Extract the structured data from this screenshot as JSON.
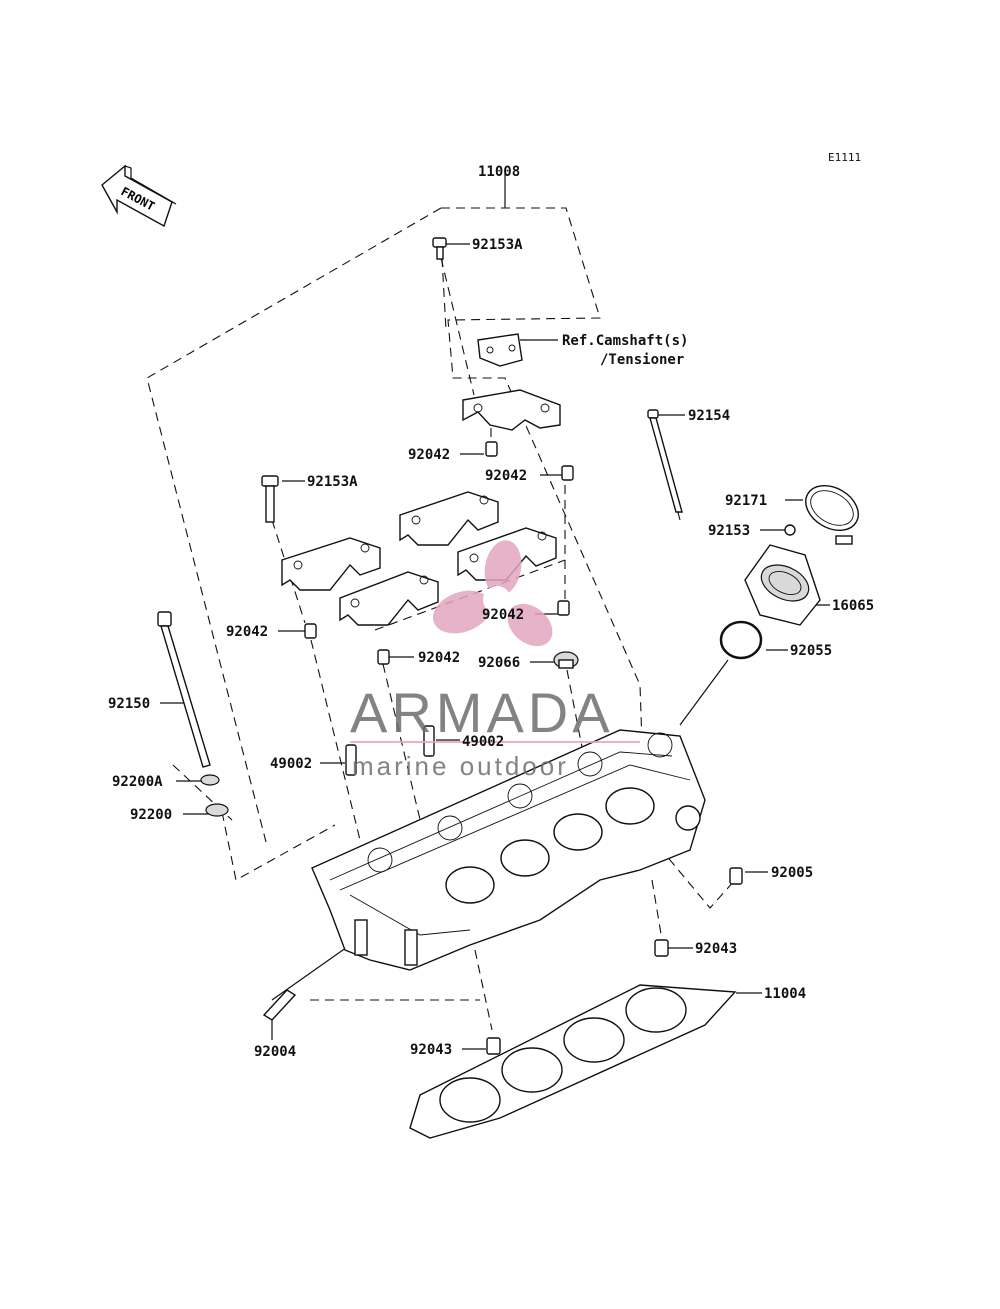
{
  "diagram_code": "E1111",
  "front_label": "FRONT",
  "watermark": {
    "brand": "ARMADA",
    "tagline": "marine outdoor",
    "accent_color": "#e2a6c0",
    "text_color": "#6e6e6e"
  },
  "parts": {
    "p11008": "11008",
    "p92153A_top": "92153A",
    "ref_camshaft_line1": "Ref.Camshaft(s)",
    "ref_camshaft_line2": "/Tensioner",
    "p92154": "92154",
    "p92042_a": "92042",
    "p92042_b": "92042",
    "p92153A_left": "92153A",
    "p92171": "92171",
    "p92153": "92153",
    "p16065": "16065",
    "p92042_c": "92042",
    "p92042_d": "92042",
    "p92042_e": "92042",
    "p92055": "92055",
    "p92066": "92066",
    "p92150": "92150",
    "p49002_a": "49002",
    "p49002_b": "49002",
    "p92200A": "92200A",
    "p92200": "92200",
    "p92005": "92005",
    "p92043_a": "92043",
    "p11004": "11004",
    "p92004": "92004",
    "p92043_b": "92043"
  }
}
